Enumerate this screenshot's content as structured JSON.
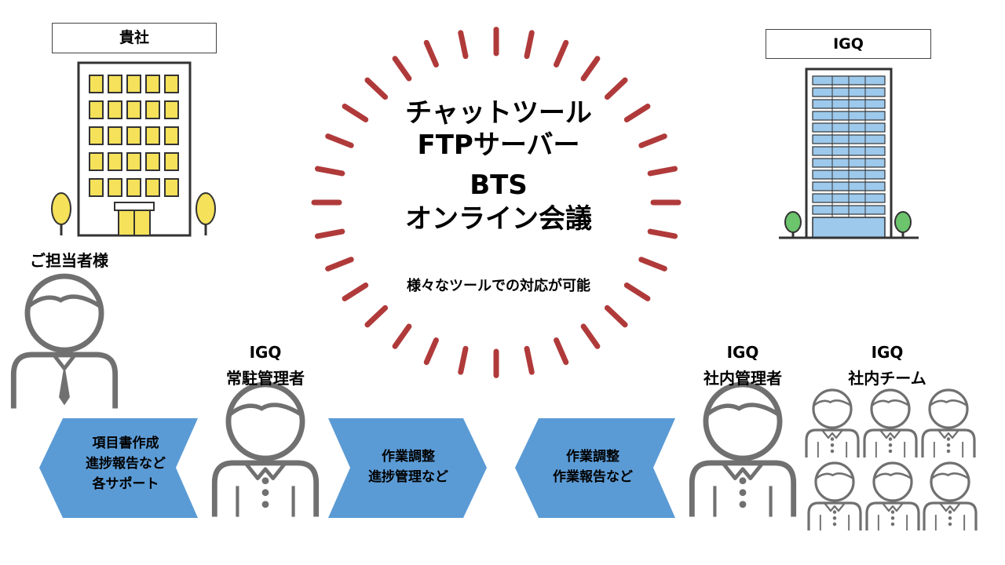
{
  "client": {
    "box_label": "貴社",
    "person_label": "ご担当者様"
  },
  "igq": {
    "box_label": "IGQ"
  },
  "center": {
    "lines": [
      "チャットツール",
      "FTPサーバー",
      "BTS",
      "オンライン会議"
    ],
    "subtitle": "様々なツールでの対応が可能"
  },
  "roles": {
    "onsite_manager": {
      "org": "IGQ",
      "title": "常駐管理者"
    },
    "internal_manager": {
      "org": "IGQ",
      "title": "社内管理者"
    },
    "internal_team": {
      "org": "IGQ",
      "title": "社内チーム"
    }
  },
  "arrows": {
    "left": {
      "lines": [
        "項目書作成",
        "進捗報告など",
        "各サポート"
      ]
    },
    "middle": {
      "lines": [
        "作業調整",
        "進捗管理など"
      ]
    },
    "right": {
      "lines": [
        "作業調整",
        "作業報告など"
      ]
    }
  },
  "colors": {
    "arrow_fill": "#5b9bd5",
    "burst": "#b03a3a",
    "client_windows": "#f5e15a",
    "igq_windows": "#9cc9ec",
    "tree_client": "#f5e15a",
    "tree_igq": "#6cc46c",
    "person_stroke": "#707070"
  }
}
